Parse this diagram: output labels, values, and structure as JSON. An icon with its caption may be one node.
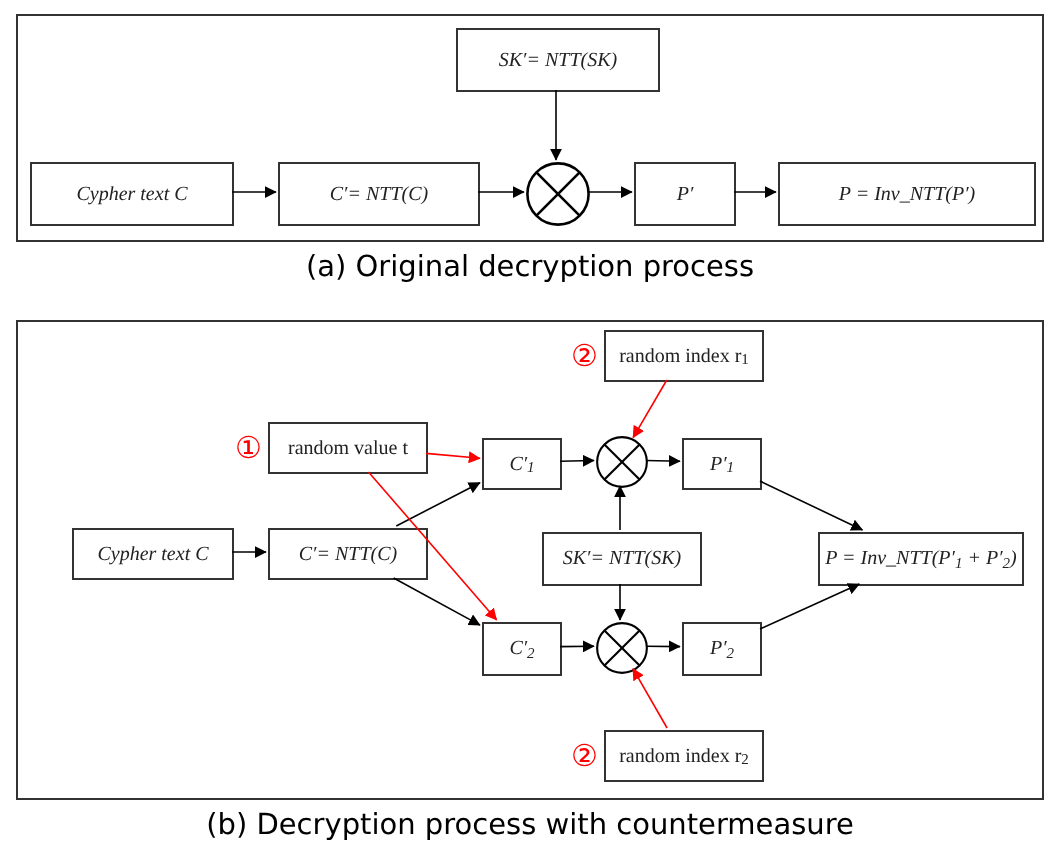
{
  "diagram": {
    "nodes": [
      {
        "text": [
          "(a) Original decryption process"
        ]
      },
      {
        "text": [
          "SK′= NTT(SK)"
        ],
        "in": 0
      },
      {
        "text": [
          "Cypher text C"
        ],
        "in": 0
      },
      {
        "text": [
          "C′= NTT(C)"
        ],
        "in": 0
      },
      {
        "text": [],
        "shape": "circle",
        "in": 0
      },
      {
        "text": [
          "P′"
        ],
        "in": 0
      },
      {
        "text": [
          "P = Inv_NTT(P′)"
        ],
        "in": 0
      },
      {
        "text": [
          "(b) Decryption process with countermeasure"
        ]
      },
      {
        "text": [
          "random index r$_{1}$"
        ],
        "beside": [
          "②"
        ],
        "in": 7
      },
      {
        "text": [
          "random value t"
        ],
        "beside": [
          "①"
        ],
        "in": 7
      },
      {
        "text": [
          "C′$_{1}$"
        ],
        "in": 7
      },
      {
        "text": [],
        "shape": "circle",
        "in": 7
      },
      {
        "text": [
          "P′$_{1}$"
        ],
        "in": 7
      },
      {
        "text": [
          "Cypher text C"
        ],
        "in": 7
      },
      {
        "text": [
          "C′= NTT(C)"
        ],
        "in": 7
      },
      {
        "text": [
          "SK′= NTT(SK)"
        ],
        "in": 7
      },
      {
        "text": [
          "P = Inv_NTT(P′$_{1}$ + P′$_{2}$)"
        ],
        "in": 7
      },
      {
        "text": [
          "C′$_{2}$"
        ],
        "in": 7
      },
      {
        "text": [],
        "shape": "circle",
        "in": 7
      },
      {
        "text": [
          "P′$_{2}$"
        ],
        "in": 7
      },
      {
        "text": [
          "random index r$_{2}$"
        ],
        "beside": [
          "②"
        ],
        "in": 7
      }
    ],
    "edges": [
      {
        "from": 2,
        "to": 3,
        "arrow": "to"
      },
      {
        "from": 3,
        "to": 4,
        "arrow": "to"
      },
      {
        "from": 1,
        "to": 4,
        "arrow": "to"
      },
      {
        "from": 4,
        "to": 5,
        "arrow": "to"
      },
      {
        "from": 5,
        "to": 6,
        "arrow": "to"
      },
      {
        "from": 13,
        "to": 14,
        "arrow": "to"
      },
      {
        "from": 14,
        "to": 10,
        "arrow": "to"
      },
      {
        "from": 14,
        "to": 17,
        "arrow": "to"
      },
      {
        "from": 9,
        "to": 10,
        "arrow": "to",
        "color": "#ff0000"
      },
      {
        "from": 9,
        "to": 17,
        "arrow": "to",
        "color": "#ff0000"
      },
      {
        "from": 10,
        "to": 11,
        "arrow": "to"
      },
      {
        "from": 11,
        "to": 12,
        "arrow": "to"
      },
      {
        "from": 15,
        "to": 11,
        "arrow": "to"
      },
      {
        "from": 15,
        "to": 18,
        "arrow": "to"
      },
      {
        "from": 17,
        "to": 18,
        "arrow": "to"
      },
      {
        "from": 18,
        "to": 19,
        "arrow": "to"
      },
      {
        "from": 12,
        "to": 16,
        "arrow": "to"
      },
      {
        "from": 19,
        "to": 16,
        "arrow": "to"
      },
      {
        "from": 8,
        "to": 11,
        "arrow": "to",
        "color": "#ff0000"
      },
      {
        "from": 20,
        "to": 18,
        "arrow": "to",
        "color": "#ff0000"
      }
    ]
  }
}
